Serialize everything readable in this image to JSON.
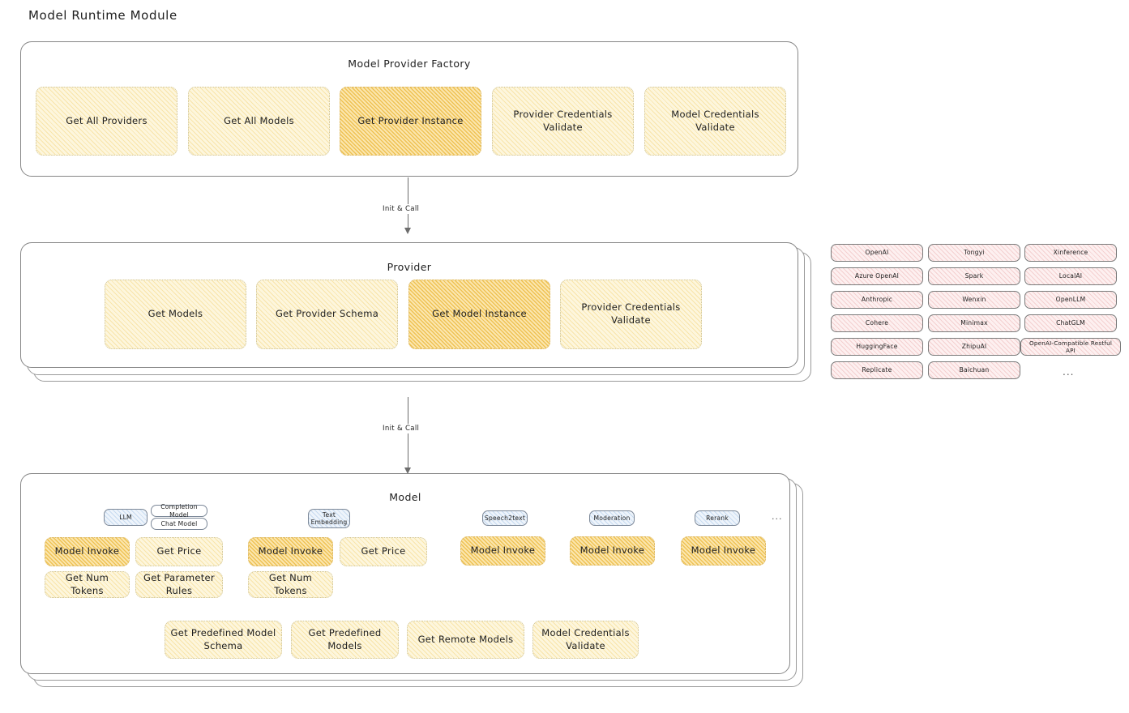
{
  "page": {
    "title": "Model Runtime Module"
  },
  "factory": {
    "title": "Model Provider Factory",
    "boxes": [
      {
        "label": "Get All Providers",
        "highlight": false
      },
      {
        "label": "Get All Models",
        "highlight": false
      },
      {
        "label": "Get Provider Instance",
        "highlight": true
      },
      {
        "label": "Provider Credentials Validate",
        "highlight": false
      },
      {
        "label": "Model Credentials Validate",
        "highlight": false
      }
    ]
  },
  "connector_1": {
    "label": "Init & Call"
  },
  "provider": {
    "title": "Provider",
    "boxes": [
      {
        "label": "Get Models",
        "highlight": false
      },
      {
        "label": "Get Provider Schema",
        "highlight": false
      },
      {
        "label": "Get Model Instance",
        "highlight": true
      },
      {
        "label": "Provider Credentials Validate",
        "highlight": false
      }
    ]
  },
  "provider_list": {
    "columns": [
      [
        "OpenAI",
        "Azure OpenAI",
        "Anthropic",
        "Cohere",
        "HuggingFace",
        "Replicate"
      ],
      [
        "Tongyi",
        "Spark",
        "Wenxin",
        "Minimax",
        "ZhipuAI",
        "Baichuan"
      ],
      [
        "Xinference",
        "LocalAI",
        "OpenLLM",
        "ChatGLM",
        "OpenAI-Compatible Restful API"
      ]
    ],
    "more": "..."
  },
  "connector_2": {
    "label": "Init & Call"
  },
  "model": {
    "title": "Model",
    "more": "...",
    "types": [
      {
        "name": "LLM",
        "subtypes": [
          "Completion Model",
          "Chat Model"
        ],
        "methods": [
          {
            "label": "Model Invoke",
            "highlight": true
          },
          {
            "label": "Get Price",
            "highlight": false
          },
          {
            "label": "Get Num Tokens",
            "highlight": false
          },
          {
            "label": "Get Parameter Rules",
            "highlight": false
          }
        ]
      },
      {
        "name": "Text Embedding",
        "subtypes": [],
        "methods": [
          {
            "label": "Model Invoke",
            "highlight": true
          },
          {
            "label": "Get Price",
            "highlight": false
          },
          {
            "label": "Get Num Tokens",
            "highlight": false
          }
        ]
      },
      {
        "name": "Speech2text",
        "subtypes": [],
        "methods": [
          {
            "label": "Model Invoke",
            "highlight": true
          }
        ]
      },
      {
        "name": "Moderation",
        "subtypes": [],
        "methods": [
          {
            "label": "Model Invoke",
            "highlight": true
          }
        ]
      },
      {
        "name": "Rerank",
        "subtypes": [],
        "methods": [
          {
            "label": "Model Invoke",
            "highlight": true
          }
        ]
      }
    ],
    "shared_methods": [
      "Get Predefined Model Schema",
      "Get Predefined Models",
      "Get Remote Models",
      "Model Credentials Validate"
    ]
  },
  "colors": {
    "accent_yellow": "#fdf6dd",
    "accent_yellow_strong": "#fbe6ae",
    "accent_pink": "#fdf0f0",
    "accent_blue": "#eef4fb",
    "stroke": "#868686",
    "text": "#1e1e1e"
  }
}
